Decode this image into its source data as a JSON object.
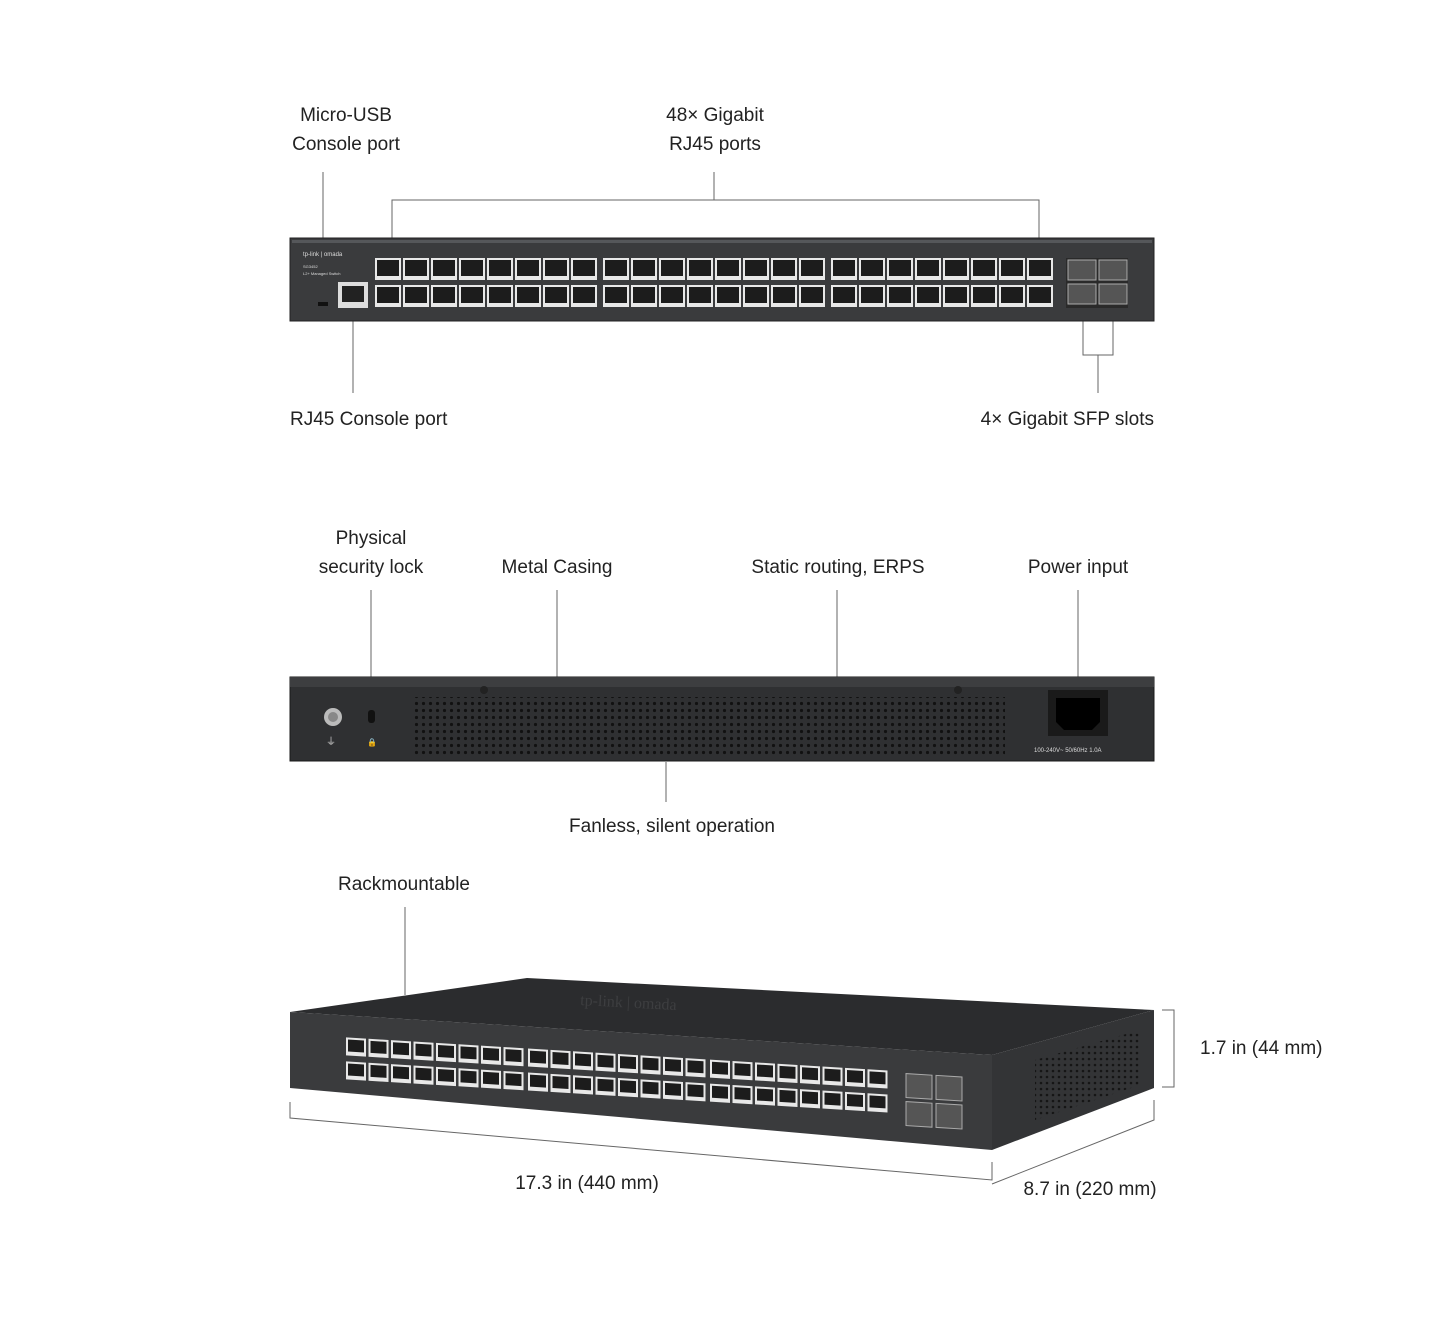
{
  "front_view": {
    "labels": {
      "micro_usb": [
        "Micro-USB",
        "Console port"
      ],
      "rj45_ports": [
        "48× Gigabit",
        "RJ45 ports"
      ],
      "rj45_console": "RJ45 Console port",
      "sfp_slots": "4× Gigabit SFP slots"
    },
    "device": {
      "brand": "tp-link | omada",
      "model": "SG3452",
      "subtitle": "L2+ Managed Switch",
      "port_count": 48,
      "sfp_count": 4
    }
  },
  "rear_view": {
    "labels": {
      "security_lock": [
        "Physical",
        "security lock"
      ],
      "metal_casing": "Metal Casing",
      "static_routing": "Static routing, ERPS",
      "power_input": "Power input",
      "fanless": "Fanless, silent operation"
    },
    "power_rating": "100-240V~ 50/60Hz 1.0A"
  },
  "angle_view": {
    "labels": {
      "rackmountable": "Rackmountable",
      "height": "1.7 in (44 mm)",
      "width": "17.3 in (440 mm)",
      "depth": "8.7 in (220 mm)"
    }
  },
  "colors": {
    "chassis": "#3a3b3d",
    "line": "#555555",
    "text": "#222222"
  }
}
